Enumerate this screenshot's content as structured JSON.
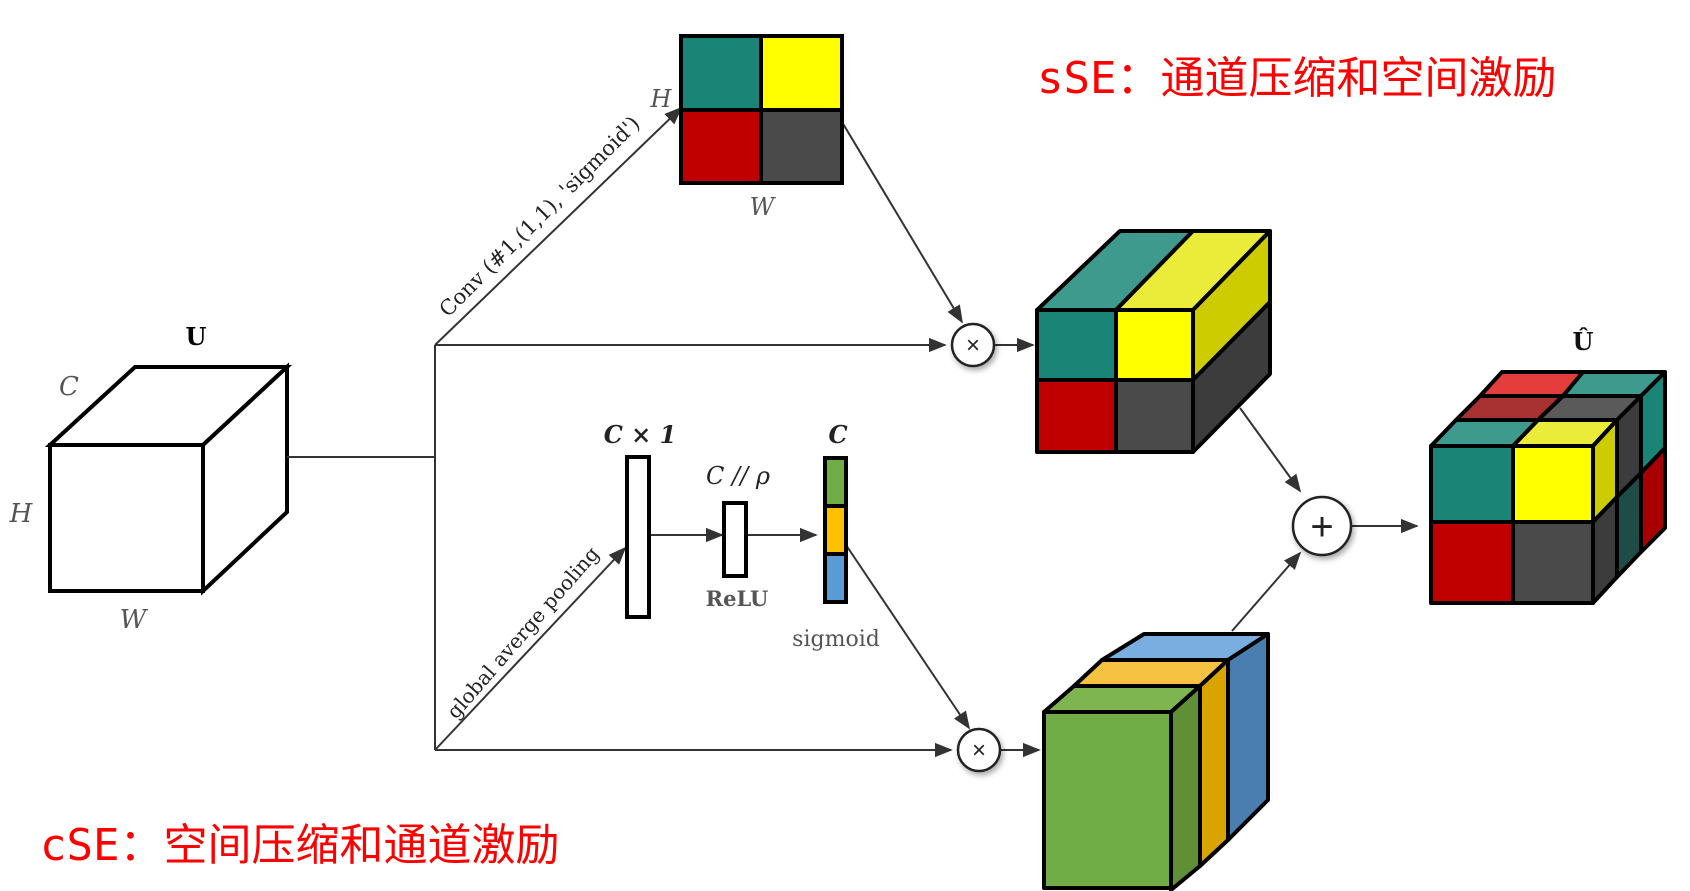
{
  "input_block": {
    "label": "U",
    "dim_c": "C",
    "dim_h": "H",
    "dim_w": "W"
  },
  "sse_branch": {
    "conv_label": "Conv (#1,(1,1), 'sigmoid')",
    "map_h": "H",
    "map_w": "W",
    "map_colors": [
      "#1a8576",
      "#ffff00",
      "#c00000",
      "#4a4a4a"
    ]
  },
  "cse_branch": {
    "pooling_label": "global averge pooling",
    "vec1_label": "C × 1",
    "vec2_label": "C // ρ",
    "vec3_label": "C",
    "relu_label": "ReLU",
    "sigmoid_label": "sigmoid",
    "vec3_colors": [
      "#70ad47",
      "#ffc000",
      "#5b9bd5"
    ]
  },
  "ops": {
    "multiply": "×",
    "add": "+"
  },
  "output_block": {
    "label": "Û"
  },
  "captions": {
    "sse": "sSE：通道压缩和空间激励",
    "cse": "cSE：空间压缩和通道激励"
  },
  "colors": {
    "caption": "#ff0000",
    "teal": "#1a8576",
    "yellow": "#ffff00",
    "red": "#c00000",
    "gray": "#4a4a4a",
    "green": "#70ad47",
    "orange": "#ffc000",
    "blue": "#5b9bd5"
  }
}
